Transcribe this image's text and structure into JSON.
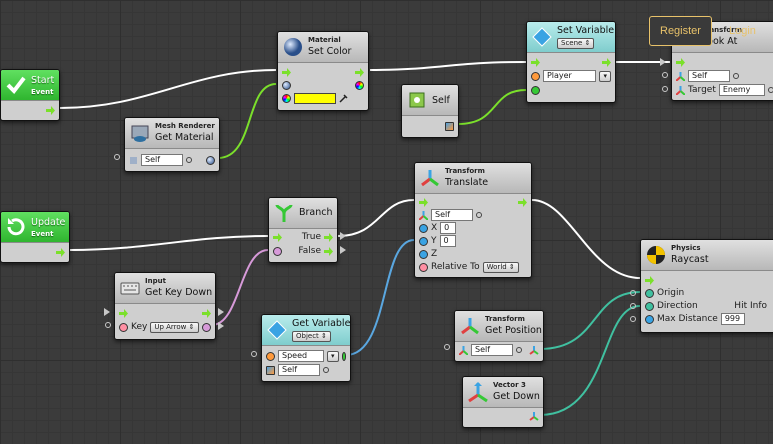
{
  "nodes": {
    "start": {
      "title": "Start",
      "sub": "Event"
    },
    "update": {
      "title": "Update",
      "sub": "Event"
    },
    "material": {
      "sub": "Material",
      "title": "Set Color",
      "color": "#ffff00"
    },
    "mesh_renderer": {
      "sub": "Mesh Renderer",
      "title": "Get Material",
      "target": "Self"
    },
    "self_node": {
      "title": "Self"
    },
    "set_variable": {
      "title": "Set Variable",
      "scope": "Scene",
      "var": "Player"
    },
    "look_at": {
      "sub": "Transform",
      "title": "Look At",
      "target_label": "Target",
      "self": "Self",
      "target": "Enemy"
    },
    "branch": {
      "title": "Branch",
      "true_label": "True",
      "false_label": "False"
    },
    "translate": {
      "sub": "Transform",
      "title": "Translate",
      "self": "Self",
      "x_label": "X",
      "x": "0",
      "y_label": "Y",
      "y": "0",
      "z_label": "Z",
      "relative_label": "Relative To",
      "relative": "World"
    },
    "input": {
      "sub": "Input",
      "title": "Get Key Down",
      "key_label": "Key",
      "key": "Up Arrow"
    },
    "get_variable": {
      "title": "Get Variable",
      "scope": "Object",
      "var": "Speed",
      "target": "Self"
    },
    "raycast": {
      "sub": "Physics",
      "title": "Raycast",
      "origin": "Origin",
      "direction": "Direction",
      "hit": "Hit Info",
      "max": "Max Distance",
      "max_val": "999"
    },
    "get_position": {
      "sub": "Transform",
      "title": "Get Position",
      "target": "Self"
    },
    "vector3": {
      "sub": "Vector 3",
      "title": "Get Down"
    }
  },
  "header_buttons": {
    "register": "Register",
    "login": "Login"
  },
  "colors": {
    "flow": "#7be02b",
    "float": "#3aa3e3",
    "bool": "#35c835",
    "string": "#ff9a3c",
    "vector": "#40c0a0",
    "material": "#7fa6d6",
    "gameobject": "#ffaa44",
    "key": "#ff8080",
    "wire": "#ffffff"
  }
}
